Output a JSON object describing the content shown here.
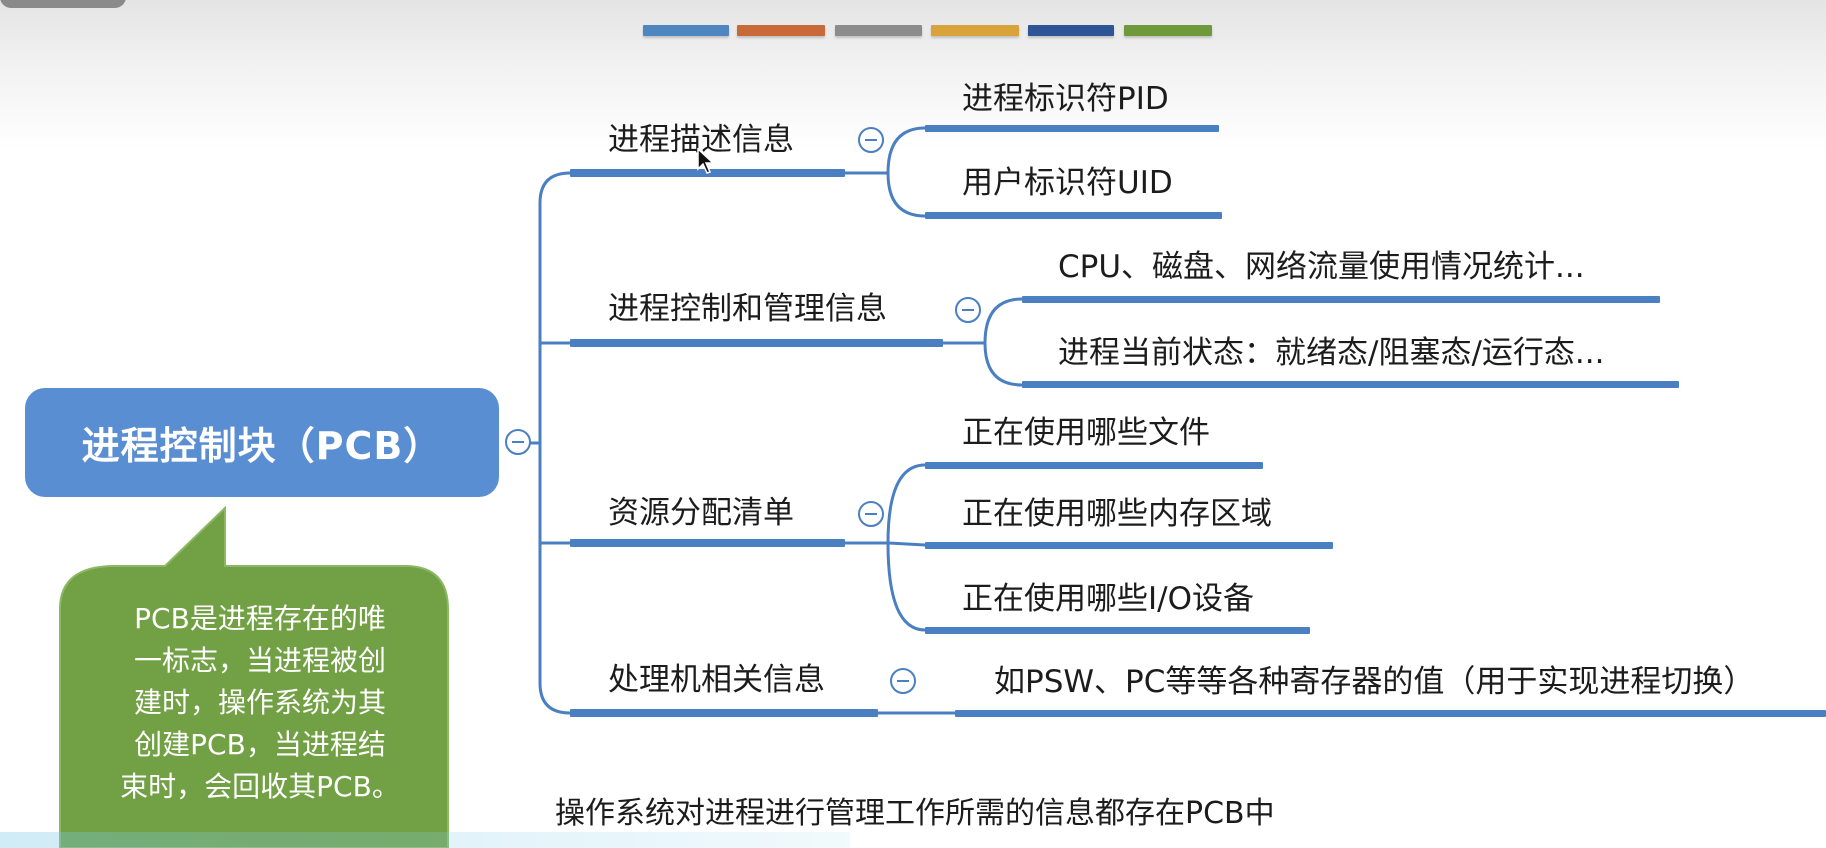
{
  "colors": {
    "connector": "#4a7fc1",
    "root_fill": "#5a8ed3",
    "callout_fill": "#72a044",
    "stripes": [
      "#4f86c0",
      "#c8693a",
      "#8c8c8c",
      "#d7a33a",
      "#2f5597",
      "#6f9a3c"
    ]
  },
  "root": {
    "label": "进程控制块（PCB）"
  },
  "callout": {
    "lines": [
      "PCB是进程存在的唯",
      "一标志，当进程被创",
      "建时，操作系统为其",
      "创建PCB，当进程结",
      "束时，会回收其PCB。"
    ]
  },
  "branches": [
    {
      "label": "进程描述信息",
      "children": [
        "进程标识符PID",
        "用户标识符UID"
      ]
    },
    {
      "label": "进程控制和管理信息",
      "children": [
        "CPU、磁盘、网络流量使用情况统计...",
        "进程当前状态：就绪态/阻塞态/运行态..."
      ]
    },
    {
      "label": "资源分配清单",
      "children": [
        "正在使用哪些文件",
        "正在使用哪些内存区域",
        "正在使用哪些I/O设备"
      ]
    },
    {
      "label": "处理机相关信息",
      "children": [
        "如PSW、PC等等各种寄存器的值（用于实现进程切换）"
      ]
    }
  ],
  "footer_note": "操作系统对进程进行管理工作所需的信息都存在PCB中",
  "icons": {
    "collapse": "collapse-minus-icon",
    "cursor": "mouse-pointer-icon"
  }
}
